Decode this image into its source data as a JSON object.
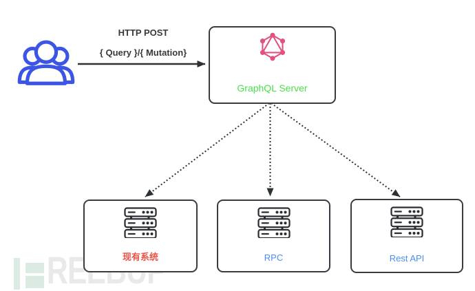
{
  "diagram": {
    "nodes": {
      "client": {
        "icon": "users-group-icon",
        "icon_color": "#3c55e4"
      },
      "graphql_server": {
        "label": "GraphQL Server",
        "label_color": "#4be04b",
        "logo_icon": "graphql-logo-icon",
        "logo_color": "#e0537e"
      },
      "backends": [
        {
          "label": "现有系统",
          "label_color": "#ea5447",
          "icon": "server-stack-icon"
        },
        {
          "label": "RPC",
          "label_color": "#4a8ef2",
          "icon": "server-stack-icon"
        },
        {
          "label": "Rest API",
          "label_color": "#4a8ef2",
          "icon": "server-stack-icon"
        }
      ]
    },
    "edges": [
      {
        "from": "client",
        "to": "graphql_server",
        "style": "solid",
        "labels": [
          "HTTP POST",
          "{ Query }/{ Mutation}"
        ]
      },
      {
        "from": "graphql_server",
        "to": "backend-legacy",
        "style": "dashed"
      },
      {
        "from": "graphql_server",
        "to": "backend-rpc",
        "style": "dashed"
      },
      {
        "from": "graphql_server",
        "to": "backend-rest",
        "style": "dashed"
      }
    ],
    "arrow_color": "#2c3136",
    "box_border_color": "#373c42",
    "background_color": "#ffffff"
  },
  "watermark": {
    "text": "REEBUF",
    "mark_color": "#dcebe2",
    "text_color": "#e9e9e9"
  }
}
